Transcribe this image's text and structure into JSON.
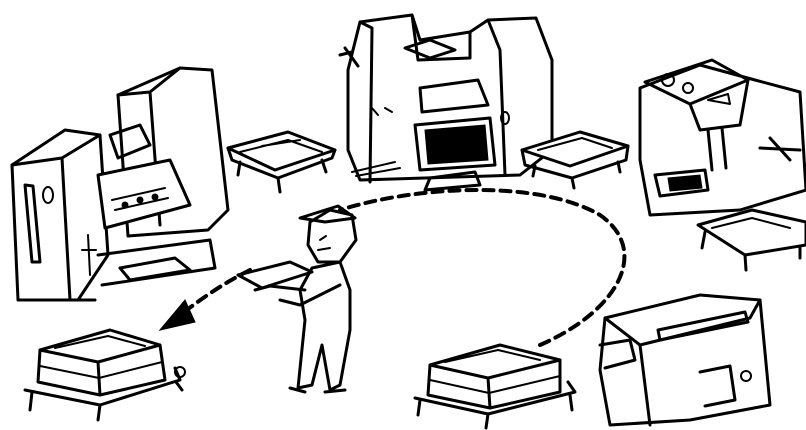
{
  "scene": {
    "objects": [
      "printing-press",
      "offset-printer",
      "guillotine-cutter",
      "folding-machine",
      "paper-stack-pallet",
      "worker-carrying-sheets",
      "dashed-path-arrow"
    ]
  },
  "colors": {
    "ink": "#000000",
    "paper": "#ffffff"
  }
}
